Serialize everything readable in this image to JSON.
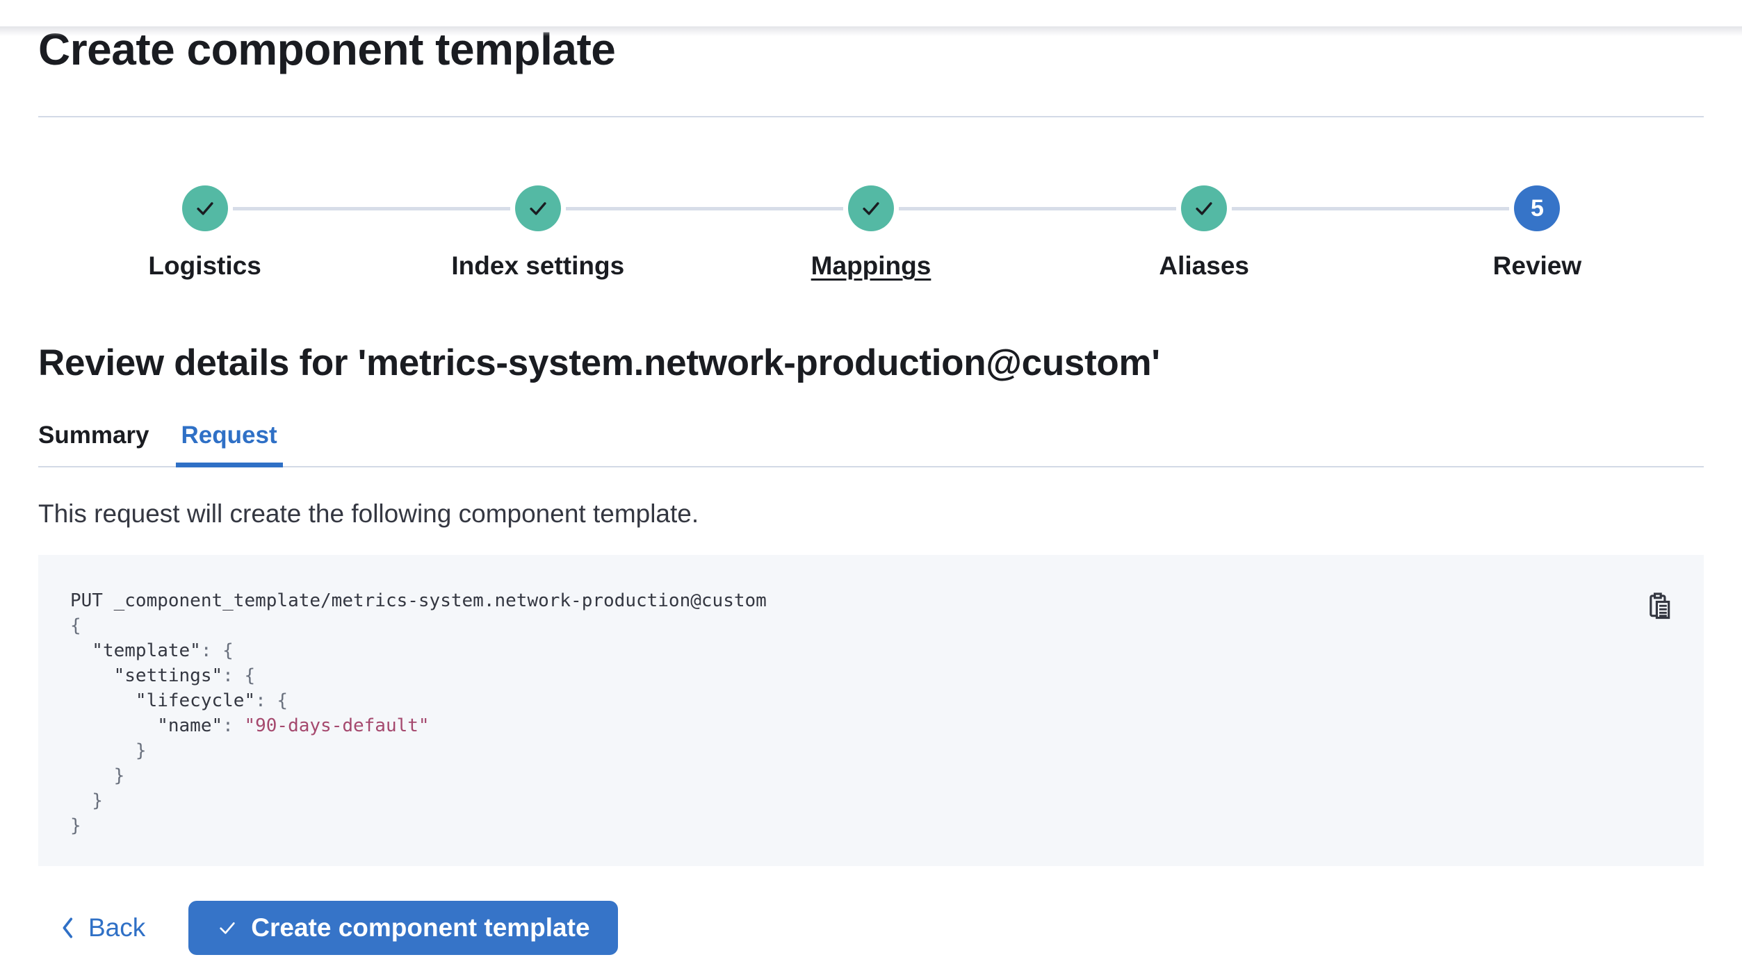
{
  "page": {
    "title": "Create component template",
    "review_heading": "Review details for 'metrics-system.network-production@custom'"
  },
  "stepper": {
    "steps": [
      {
        "label": "Logistics",
        "status": "complete"
      },
      {
        "label": "Index settings",
        "status": "complete"
      },
      {
        "label": "Mappings",
        "status": "complete"
      },
      {
        "label": "Aliases",
        "status": "complete"
      },
      {
        "label": "Review",
        "status": "current",
        "number": "5"
      }
    ]
  },
  "tabs": [
    {
      "label": "Summary",
      "active": false
    },
    {
      "label": "Request",
      "active": true
    }
  ],
  "request_tab": {
    "description": "This request will create the following component template.",
    "code": {
      "lines": [
        [
          {
            "t": "PUT _component_template/metrics-system.network-production@custom",
            "c": "plain"
          }
        ],
        [
          {
            "t": "{",
            "c": "punct"
          }
        ],
        [
          {
            "t": "  \"template\"",
            "c": "plain"
          },
          {
            "t": ": {",
            "c": "punct"
          }
        ],
        [
          {
            "t": "    \"settings\"",
            "c": "plain"
          },
          {
            "t": ": {",
            "c": "punct"
          }
        ],
        [
          {
            "t": "      \"lifecycle\"",
            "c": "plain"
          },
          {
            "t": ": {",
            "c": "punct"
          }
        ],
        [
          {
            "t": "        \"name\"",
            "c": "plain"
          },
          {
            "t": ": ",
            "c": "punct"
          },
          {
            "t": "\"90-days-default\"",
            "c": "string"
          }
        ],
        [
          {
            "t": "      }",
            "c": "punct"
          }
        ],
        [
          {
            "t": "    }",
            "c": "punct"
          }
        ],
        [
          {
            "t": "  }",
            "c": "punct"
          }
        ],
        [
          {
            "t": "}",
            "c": "punct"
          }
        ]
      ]
    }
  },
  "footer": {
    "back_label": "Back",
    "submit_label": "Create component template"
  },
  "colors": {
    "primary_blue": "#3674c8",
    "link_blue": "#2f70c6",
    "step_complete_teal": "#54b9a4",
    "divider_gray": "#d3dae6",
    "connector_gray": "#d7dde8",
    "code_background": "#f5f7fa",
    "code_text": "#343741",
    "code_punctuation": "#69707d",
    "code_string": "#a5496e",
    "heading_text": "#1a1c21"
  }
}
